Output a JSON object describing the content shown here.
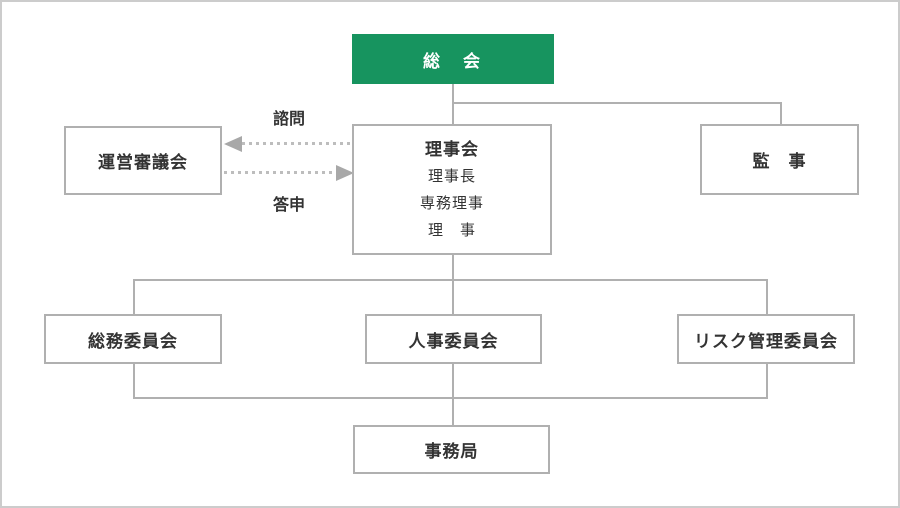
{
  "colors": {
    "accent_green": "#17945f",
    "line_gray": "#b0b0b0",
    "frame_gray": "#cccccc",
    "text": "#333333"
  },
  "org_chart": {
    "top": {
      "label": "総　会"
    },
    "board": {
      "title": "理事会",
      "members": [
        "理事長",
        "専務理事",
        "理　事"
      ]
    },
    "council": {
      "label": "運営審議会"
    },
    "auditor": {
      "label": "監　事"
    },
    "committees": [
      {
        "label": "総務委員会"
      },
      {
        "label": "人事委員会"
      },
      {
        "label": "リスク管理委員会"
      }
    ],
    "secretariat": {
      "label": "事務局"
    },
    "flows": {
      "consultation": "諮問",
      "report": "答申"
    }
  }
}
